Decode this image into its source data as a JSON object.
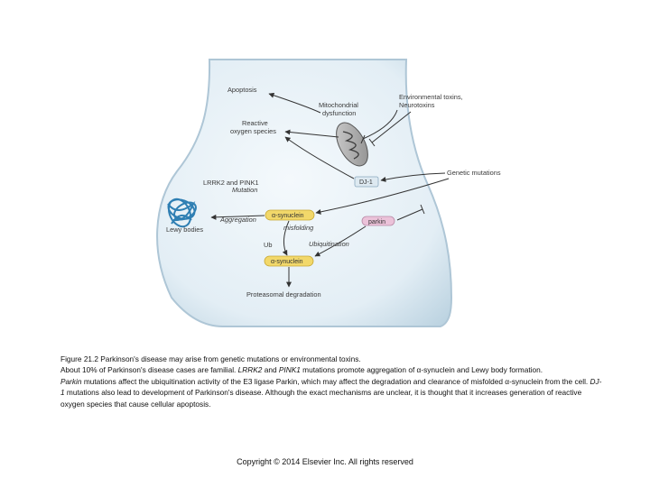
{
  "diagram": {
    "labels": {
      "apoptosis": "Apoptosis",
      "mito_line1": "Mitochondrial",
      "mito_line2": "dysfunction",
      "env_line1": "Environmental toxins,",
      "env_line2": "Neurotoxins",
      "ros_line1": "Reactive",
      "ros_line2": "oxygen species",
      "genetic": "Genetic mutations",
      "dj1": "DJ-1",
      "lrrk2": "LRRK2 and PINK1",
      "mutation": "Mutation",
      "alpha_syn": "α-synuclein",
      "aggregation": "Aggregation",
      "misfolding": "misfolding",
      "parkin": "parkin",
      "lewy": "Lewy bodies",
      "ub": "Ub",
      "ubiquitination": "Ubiquitination",
      "alpha_syn_ub": "α-synuclein",
      "proteasomal": "Proteasomal degradation"
    }
  },
  "caption": {
    "title": "Figure 21.2 Parkinson's disease may arise from genetic mutations or environmental toxins.",
    "line2_a": "About 10% of Parkinson's disease cases are familial. ",
    "line2_lrrk2": "LRRK2",
    "line2_b": " and ",
    "line2_pink1": "PINK1",
    "line2_c": " mutations promote aggregation of α-synuclein and Lewy body formation.",
    "line3_parkin": "Parkin",
    "line3_a": " mutations affect the ubiquitination activity of the E3 ligase Parkin, which may affect the degradation and clearance of misfolded α-synuclein from the cell. ",
    "line3_dj1": "DJ-1",
    "line3_b": " mutations also lead to development of Parkinson's disease. Although the exact mechanisms are unclear, it is thought that it increases generation of reactive oxygen species that cause cellular apoptosis."
  },
  "copyright": "Copyright © 2014 Elsevier Inc. All rights reserved"
}
